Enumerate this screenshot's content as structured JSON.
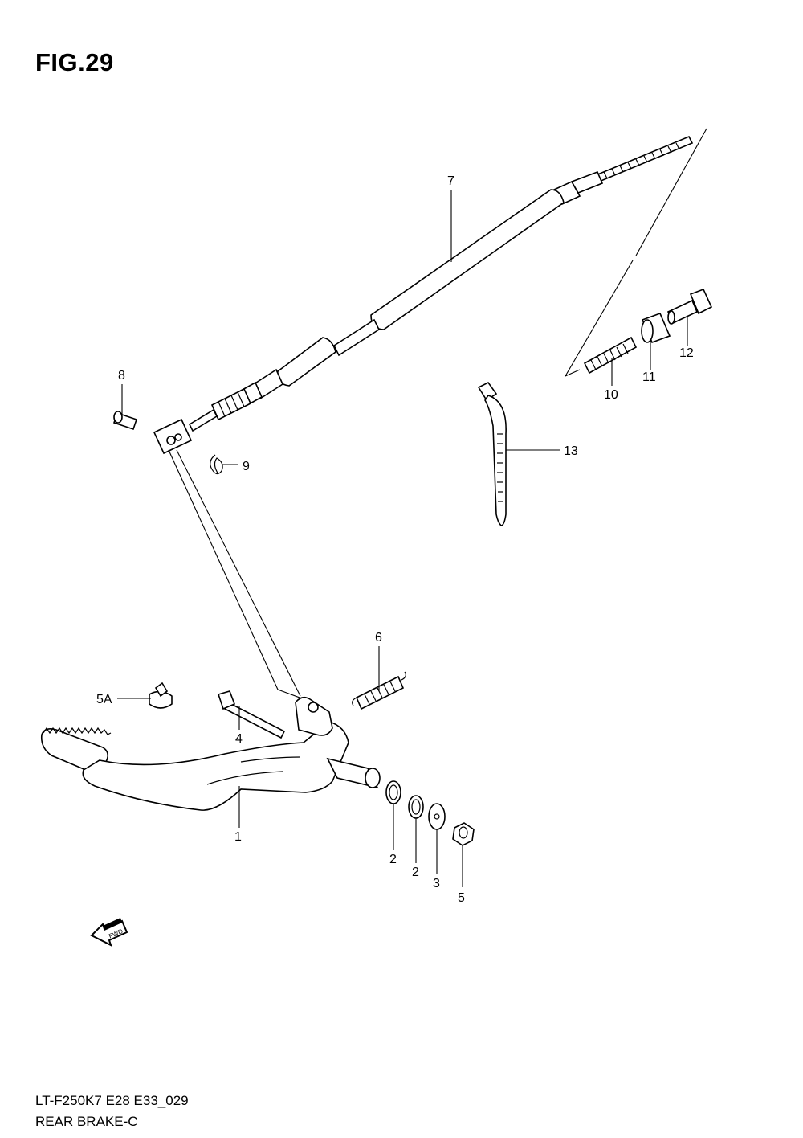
{
  "figure": {
    "title": "FIG.29",
    "model_code": "LT-F250K7 E28 E33_029",
    "section_name": "REAR BRAKE-C"
  },
  "callouts": {
    "p1": "1",
    "p2a": "2",
    "p2b": "2",
    "p3": "3",
    "p4": "4",
    "p5": "5",
    "p5a": "5A",
    "p6": "6",
    "p7": "7",
    "p8": "8",
    "p9": "9",
    "p10": "10",
    "p11": "11",
    "p12": "12",
    "p13": "13"
  },
  "direction_marker": {
    "label": "FWD",
    "icon": "fwd-arrow-icon"
  }
}
